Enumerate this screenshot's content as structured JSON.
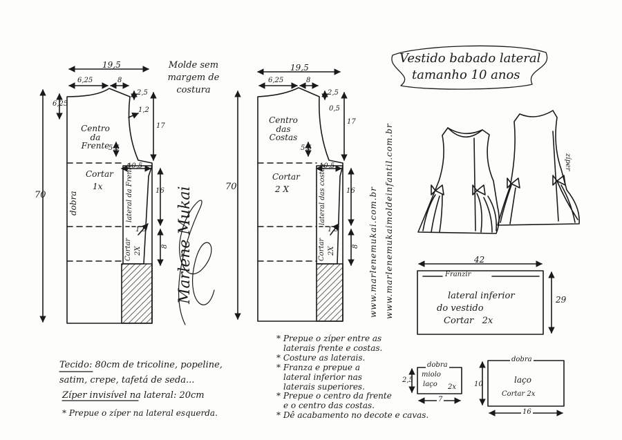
{
  "title": {
    "line1": "Vestido babado lateral",
    "line2": "tamanho 10 anos"
  },
  "molde_note": {
    "line1": "Molde sem",
    "line2": "margem de",
    "line3": "costura"
  },
  "front": {
    "width": "19,5",
    "neck_w": "6,25",
    "shoulder_w": "8",
    "neck_drop": "6,25",
    "shoulder_drop": "2,5",
    "armhole_depth": "1,2",
    "armhole_h": "17",
    "armhole_step": "5,5",
    "label1": "Centro",
    "label2": "da",
    "label3": "Frente",
    "cut": "Cortar",
    "cut_n": "1x",
    "fold": "dobra",
    "total_h": "70",
    "side_w": "10,5",
    "side_h": "16",
    "side_label": "lateral da Frente",
    "side_step": "1,5",
    "side_cut": "Cortar",
    "side_cut_n": "2X",
    "side_bottom": "8"
  },
  "back": {
    "width": "19,5",
    "neck_w": "6,25",
    "shoulder_w": "8",
    "shoulder_drop": "2,5",
    "armhole_depth": "0,5",
    "armhole_h": "17",
    "armhole_step": "5,5",
    "label1": "Centro",
    "label2": "das",
    "label3": "Costas",
    "cut": "Cortar",
    "cut_n": "2 X",
    "total_h": "70",
    "side_w": "10,5",
    "side_h": "16",
    "side_label": "lateral das costas",
    "side_step": "1,5",
    "side_cut": "Cortar",
    "side_cut_n": "2X",
    "side_bottom": "8"
  },
  "urls": {
    "a": "www.marlenemukai.com.br",
    "b": "www.marlenemukaimoldeinfantil.com.br"
  },
  "signature": "Marlene Mukai",
  "skirt": {
    "width": "42",
    "height": "29",
    "gather": "Franzir",
    "line1": "lateral inferior",
    "line2": "do vestido",
    "cut": "Cortar",
    "cut_n": "2x"
  },
  "bow_center": {
    "fold": "dobra",
    "line1": "miolo",
    "line2": "laço",
    "cut_n": "2x",
    "h": "2,5",
    "w": "7"
  },
  "bow": {
    "fold": "dobra",
    "line1": "laço",
    "cut": "Cortar",
    "cut_n": "2x",
    "h": "10",
    "w": "16"
  },
  "materials": {
    "line1_a": "Tecido:",
    "line1_b": "80cm de tricoline, popeline,",
    "line2": "satim, crepe, tafetá de seda...",
    "line3_a": "Zíper invisível",
    "line3_b": "na lateral: 20cm",
    "line4": "* Prepue o zíper na lateral esquerda."
  },
  "instructions": {
    "i1a": "* Prepue o zíper entre as",
    "i1b": "laterais frente e costas.",
    "i2": "* Costure as laterais.",
    "i3a": "* Franza e prepue a",
    "i3b": "lateral inferior nas",
    "i3c": "laterais superiores.",
    "i4a": "* Prepue o centro da frente",
    "i4b": "e o centro das costas.",
    "i5": "* Dê acabamento no decote e cavas."
  },
  "dress_zip": "zíper",
  "colors": {
    "ink": "#1a1a1a",
    "paper": "#fdfdfb"
  }
}
